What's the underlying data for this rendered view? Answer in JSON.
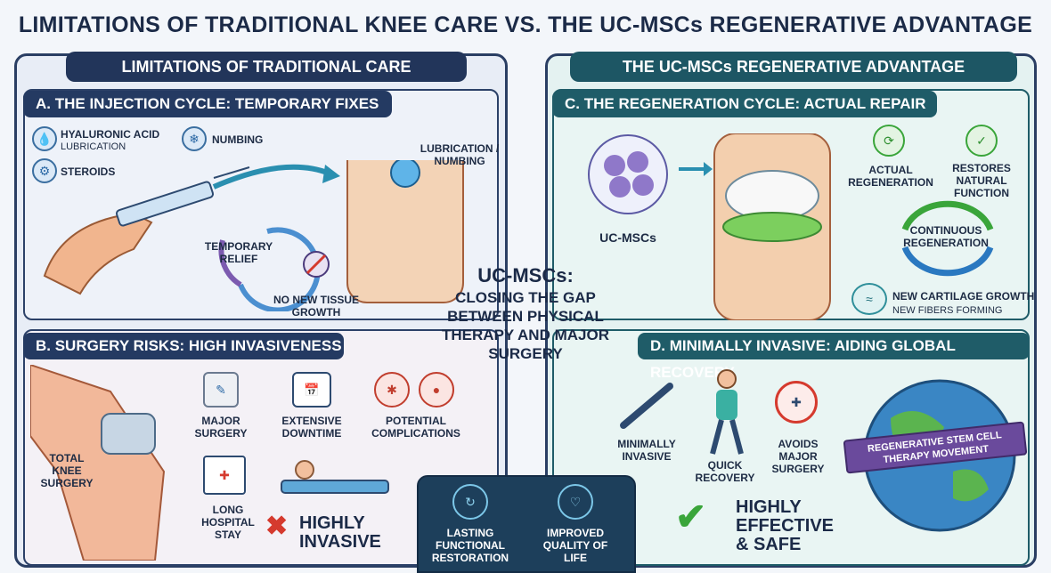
{
  "title": "LIMITATIONS OF TRADITIONAL KNEE CARE VS. THE UC-MSCs REGENERATIVE ADVANTAGE",
  "left_header": "LIMITATIONS OF TRADITIONAL CARE",
  "right_header": "THE UC-MSCs REGENERATIVE ADVANTAGE",
  "section_a": {
    "title": "A. THE INJECTION CYCLE: TEMPORARY FIXES",
    "hyaluronic": "HYALURONIC ACID",
    "lubrication": "LUBRICATION",
    "numbing": "NUMBING",
    "steroids": "STEROIDS",
    "lub_numbing": "LUBRICATION / NUMBING",
    "temporary_relief": "TEMPORARY RELIEF",
    "no_new_tissue": "NO NEW TISSUE GROWTH"
  },
  "section_b": {
    "title": "B. SURGERY RISKS: HIGH INVASIVENESS",
    "total_knee": "TOTAL KNEE SURGERY",
    "major_surgery": "MAJOR SURGERY",
    "extensive_downtime": "EXTENSIVE DOWNTIME",
    "potential_complications": "POTENTIAL COMPLICATIONS",
    "long_stay": "LONG HOSPITAL STAY",
    "highly_invasive": "HIGHLY INVASIVE"
  },
  "section_c": {
    "title": "C. THE REGENERATION CYCLE: ACTUAL REPAIR",
    "uc_mscs": "UC-MSCs",
    "actual_regen": "ACTUAL REGENERATION",
    "restores": "RESTORES NATURAL FUNCTION",
    "continuous": "CONTINUOUS REGENERATION",
    "new_cartilage": "NEW CARTILAGE GROWTH",
    "new_fibers": "NEW FIBERS FORMING"
  },
  "section_d": {
    "title": "D. MINIMALLY INVASIVE: AIDING GLOBAL RECOVERY",
    "minimally_invasive": "MINIMALLY INVASIVE",
    "quick_recovery": "QUICK RECOVERY",
    "avoids_surgery": "AVOIDS MAJOR SURGERY",
    "highly_effective": "HIGHLY EFFECTIVE & SAFE",
    "banner": "REGENERATIVE STEM CELL THERAPY MOVEMENT"
  },
  "center": {
    "headline": "UC-MSCs:",
    "subline": "CLOSING THE GAP BETWEEN PHYSICAL THERAPY AND MAJOR SURGERY"
  },
  "bottom": {
    "lasting": "LASTING FUNCTIONAL RESTORATION",
    "improved": "IMPROVED QUALITY OF LIFE"
  },
  "colors": {
    "navy": "#22355a",
    "teal": "#1d5664",
    "red": "#d53a2e",
    "green": "#3aa53a"
  }
}
